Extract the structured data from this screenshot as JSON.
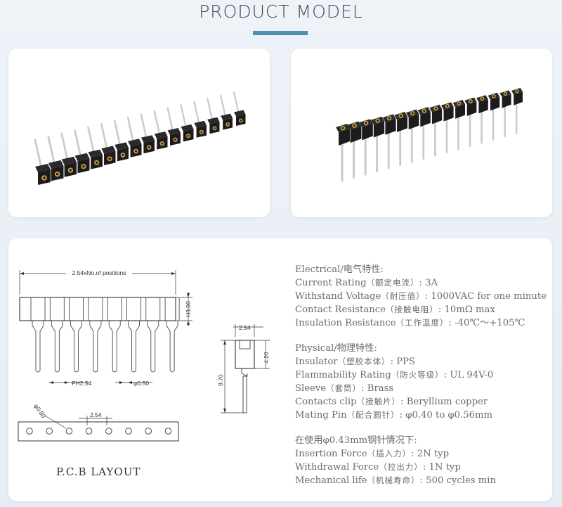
{
  "header": {
    "title": "PRODUCT MODEL"
  },
  "drawing": {
    "dim_width": "2.54xNo.of  positions",
    "dim_height": "H3.00",
    "dim_pitch": "PH2.54",
    "dim_pin": "φ0.50",
    "side_width": "2.54",
    "side_body": "4.20",
    "side_total": "9.70",
    "pcb_hole": "φ0.80",
    "pcb_pitch": "2.54",
    "pcb_caption": "P.C.B  LAYOUT"
  },
  "specs": {
    "electrical": {
      "heading": "Electrical/电气特性:",
      "rows": [
        {
          "label": "Current Rating",
          "cn": "（额定电流）",
          "value": ": 3A"
        },
        {
          "label": "Withstand Voltage",
          "cn": "（耐压值）",
          "value": ": 1000VAC for one minute"
        },
        {
          "label": "Contact Resistance",
          "cn": "（接触电阻）",
          "value": ": 10mΩ max"
        },
        {
          "label": "Insulation Resistance",
          "cn": "（工作温度）",
          "value": ": -40℃～+105℃"
        }
      ]
    },
    "physical": {
      "heading": "Physical/物理特性:",
      "rows": [
        {
          "label": "Insulator",
          "cn": "（塑胶本体）",
          "value": ": PPS"
        },
        {
          "label": "Flammability Rating",
          "cn": "（防火等级）",
          "value": ": UL 94V-0"
        },
        {
          "label": "Sleeve",
          "cn": "（套筒）",
          "value": ": Brass"
        },
        {
          "label": "Contacts clip",
          "cn": "（接触片）",
          "value": ": Beryllium copper"
        },
        {
          "label": "Mating Pin",
          "cn": "（配合圆针）",
          "value": ": φ0.40  to φ0.56mm"
        }
      ]
    },
    "mechanical": {
      "heading": "在使用φ0.43mm钢针情况下:",
      "rows": [
        {
          "label": "Insertion Force",
          "cn": "（插入力）",
          "value": ": 2N typ"
        },
        {
          "label": "Withdrawal Force",
          "cn": "（拉出力）",
          "value": ": 1N typ"
        },
        {
          "label": "Mechanical life",
          "cn": "（机械寿命）",
          "value": ": 500 cycles min"
        }
      ]
    }
  },
  "colors": {
    "accent": "#4d8fb0",
    "housing": "#1c1c1c",
    "contact": "#c9a04a",
    "pin": "#c9c9c9"
  }
}
